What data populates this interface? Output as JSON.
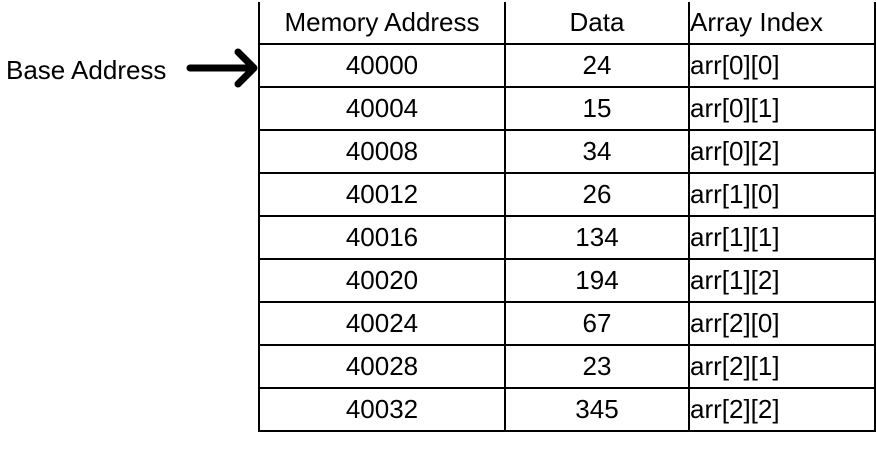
{
  "base_label": "Base Address",
  "headers": {
    "address": "Memory Address",
    "data": "Data",
    "index": "Array Index"
  },
  "rows": [
    {
      "address": "40000",
      "data": "24",
      "index": "arr[0][0]"
    },
    {
      "address": "40004",
      "data": "15",
      "index": "arr[0][1]"
    },
    {
      "address": "40008",
      "data": "34",
      "index": "arr[0][2]"
    },
    {
      "address": "40012",
      "data": "26",
      "index": "arr[1][0]"
    },
    {
      "address": "40016",
      "data": "134",
      "index": "arr[1][1]"
    },
    {
      "address": "40020",
      "data": "194",
      "index": "arr[1][2]"
    },
    {
      "address": "40024",
      "data": "67",
      "index": "arr[2][0]"
    },
    {
      "address": "40028",
      "data": "23",
      "index": "arr[2][1]"
    },
    {
      "address": "40032",
      "data": "345",
      "index": "arr[2][2]"
    }
  ],
  "icons": {
    "pointer": "arrow-right-icon"
  }
}
